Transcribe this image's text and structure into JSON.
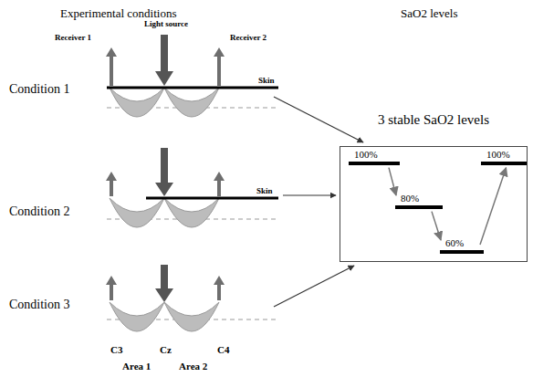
{
  "diagram": {
    "nodes": [
      {
        "text": [
          "3 stable SaO2 levels"
        ]
      },
      {
        "text": [
          "100%"
        ],
        "in": 0
      },
      {
        "text": [
          "80%"
        ],
        "in": 0
      },
      {
        "text": [
          "60%"
        ],
        "in": 0
      },
      {
        "text": [
          "100%"
        ],
        "in": 0
      }
    ],
    "edges": [
      {
        "from": 1,
        "to": 2,
        "arrow": "to"
      },
      {
        "from": 2,
        "to": 3,
        "arrow": "to"
      },
      {
        "from": 3,
        "to": 4,
        "arrow": "to"
      }
    ],
    "labels": [
      "Experimental conditions",
      "SaO2 levels",
      "Light source",
      "Receiver 1",
      "Receiver 2",
      "Condition 1",
      "Skin",
      "Condition 2",
      "Skin",
      "Condition 3",
      "C3",
      "Cz",
      "C4",
      "Area 1",
      "Area 2"
    ]
  }
}
